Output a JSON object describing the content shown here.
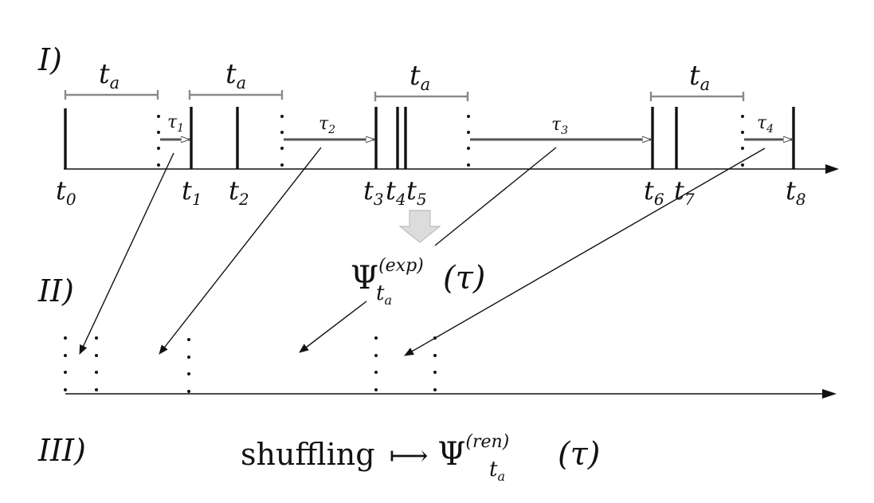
{
  "panels": {
    "one": "I)",
    "two": "II)",
    "three": "III)"
  },
  "window_label": {
    "sym": "t",
    "sub": "a"
  },
  "tau_labels": [
    {
      "sym": "τ",
      "sub": "1"
    },
    {
      "sym": "τ",
      "sub": "2"
    },
    {
      "sym": "τ",
      "sub": "3"
    },
    {
      "sym": "τ",
      "sub": "4"
    }
  ],
  "time_labels": [
    {
      "sym": "t",
      "sub": "0"
    },
    {
      "sym": "t",
      "sub": "1"
    },
    {
      "sym": "t",
      "sub": "2"
    },
    {
      "sym": "t",
      "sub": "3"
    },
    {
      "sym": "t",
      "sub": "4"
    },
    {
      "sym": "t",
      "sub": "5"
    },
    {
      "sym": "t",
      "sub": "6"
    },
    {
      "sym": "t",
      "sub": "7"
    },
    {
      "sym": "t",
      "sub": "8"
    }
  ],
  "psi_exp": {
    "sym": "Ψ",
    "sup": "(exp)",
    "sub": "t",
    "subsub": "a",
    "arg": "(τ)"
  },
  "psi_ren": {
    "sym": "Ψ",
    "sup": "(ren)",
    "sub": "t",
    "subsub": "a",
    "arg": "(τ)"
  },
  "shuffling": {
    "word": "shuffling",
    "maps_to": "⟼"
  },
  "colors": {
    "ink": "#111111",
    "window_bar": "#8a8a8a",
    "tau_line": "#555555",
    "down_arrow": "#dcdcdc"
  }
}
